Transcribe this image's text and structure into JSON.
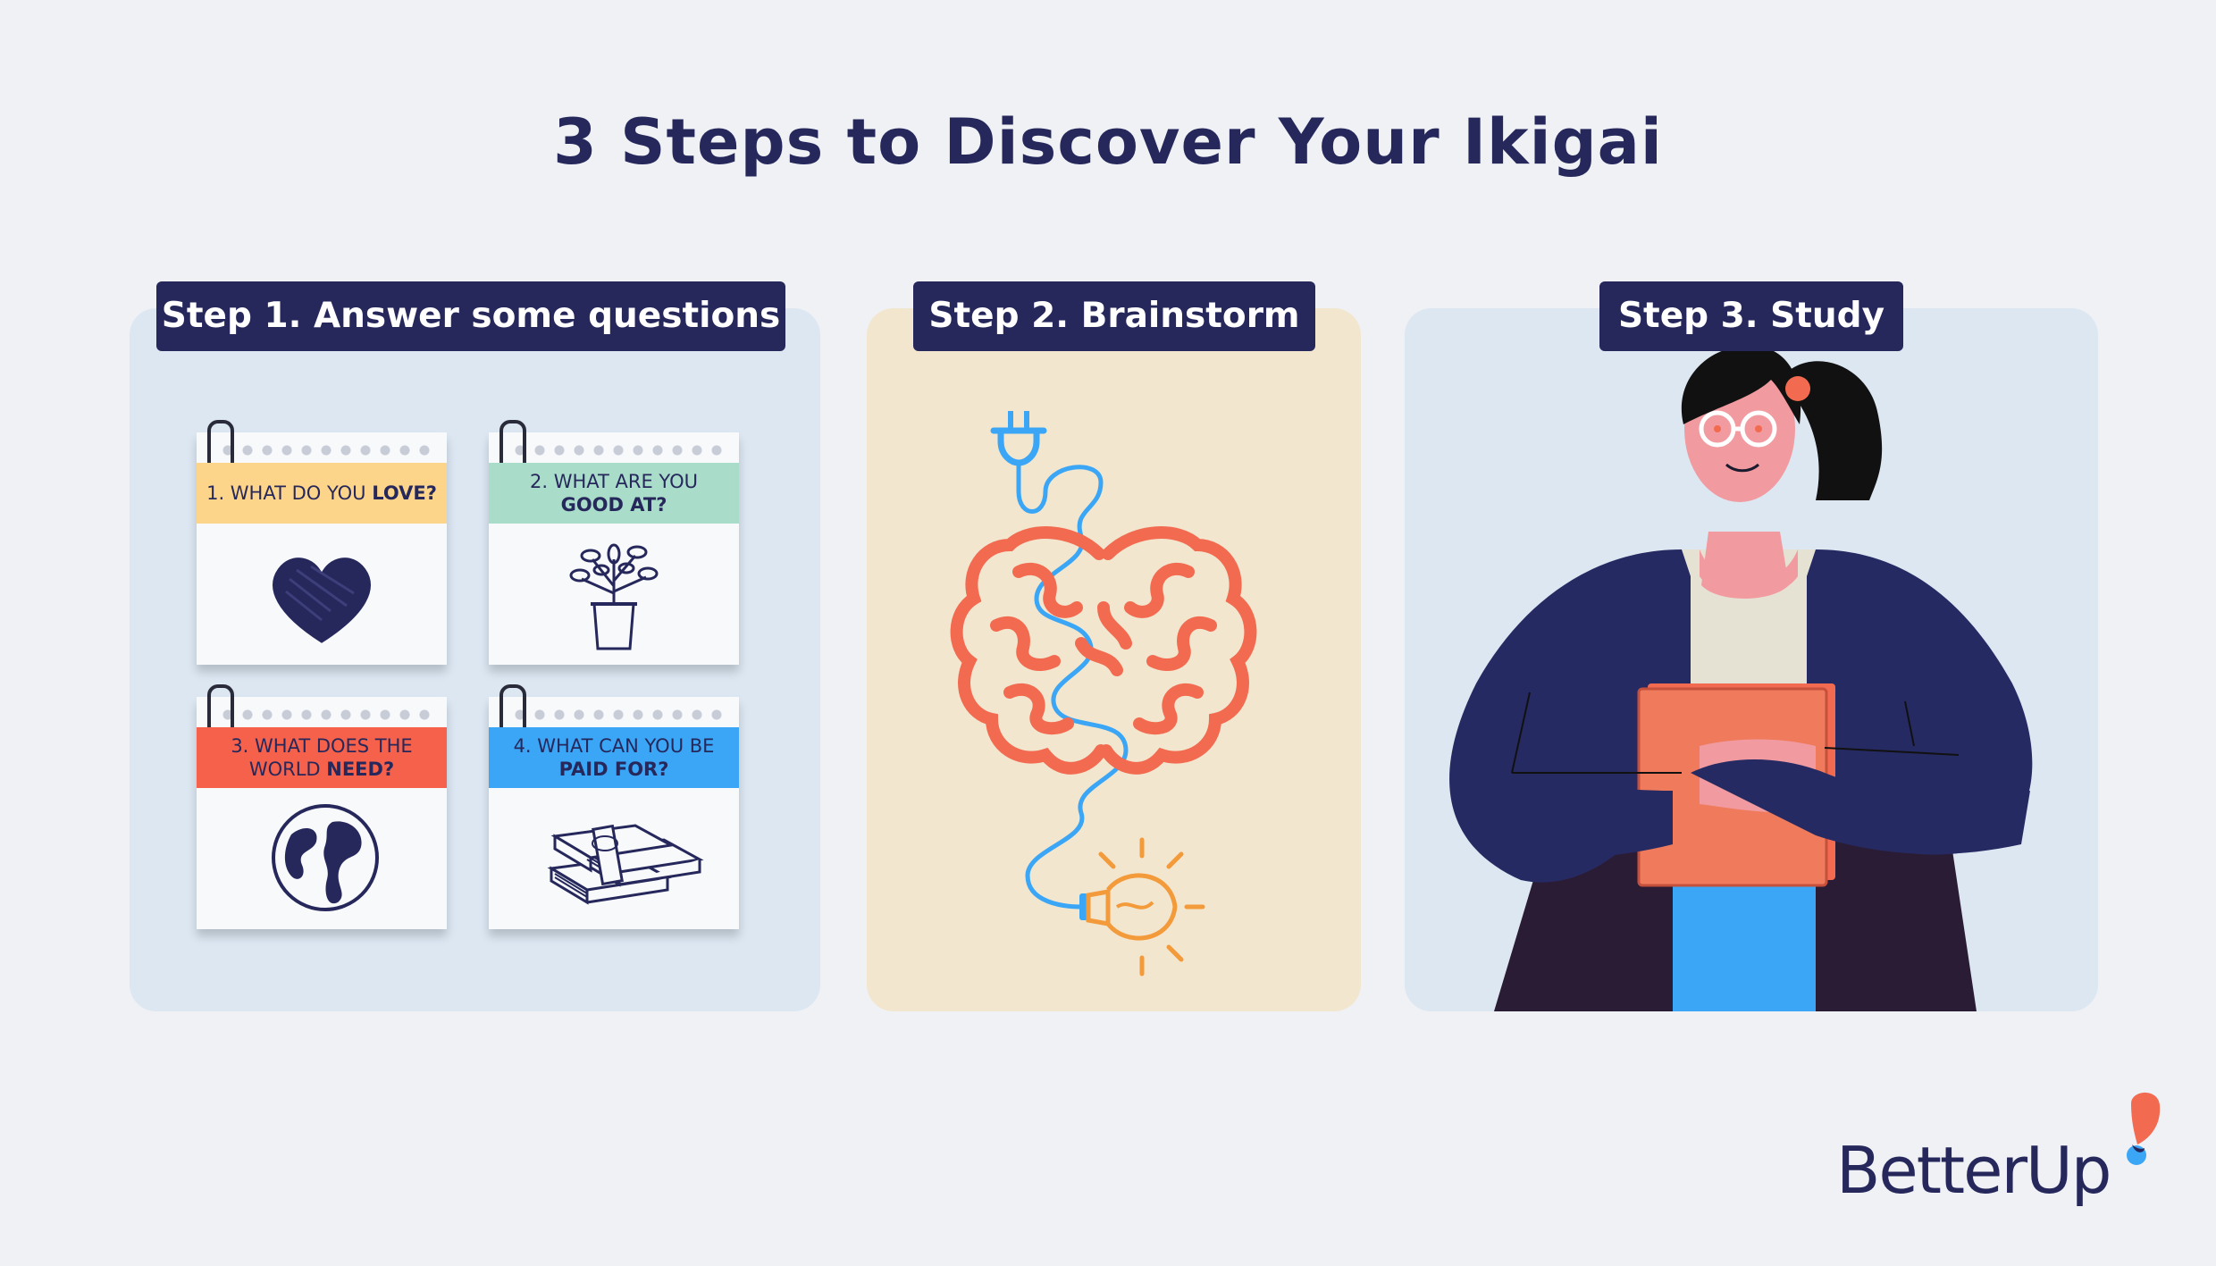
{
  "title": "3 Steps to Discover Your Ikigai",
  "steps": [
    {
      "label": "Step 1. Answer some questions"
    },
    {
      "label": "Step 2. Brainstorm"
    },
    {
      "label": "Step 3. Study"
    }
  ],
  "questions": [
    {
      "line1": "1. WHAT DO YOU ",
      "line1_bold": "LOVE?",
      "line2": "",
      "line2_bold": "",
      "icon": "heart-icon"
    },
    {
      "line1": "2. WHAT ARE YOU",
      "line1_bold": "",
      "line2": "",
      "line2_bold": "GOOD AT?",
      "icon": "plant-icon"
    },
    {
      "line1": "3. WHAT DOES THE",
      "line1_bold": "",
      "line2": "WORLD ",
      "line2_bold": "NEED?",
      "icon": "globe-icon"
    },
    {
      "line1": "4.  WHAT CAN YOU BE",
      "line1_bold": "",
      "line2": "",
      "line2_bold": "PAID FOR?",
      "icon": "money-icon"
    }
  ],
  "brand": {
    "name": "BetterUp",
    "icon": "betterup-logo-mark"
  },
  "colors": {
    "navy": "#26285c",
    "panel_blue": "#dce7f2",
    "panel_beige": "#f3e6cf",
    "coral": "#f26b50",
    "sky": "#3aa6f5",
    "yellow": "#fdd58a",
    "mint": "#a9dcc9"
  }
}
